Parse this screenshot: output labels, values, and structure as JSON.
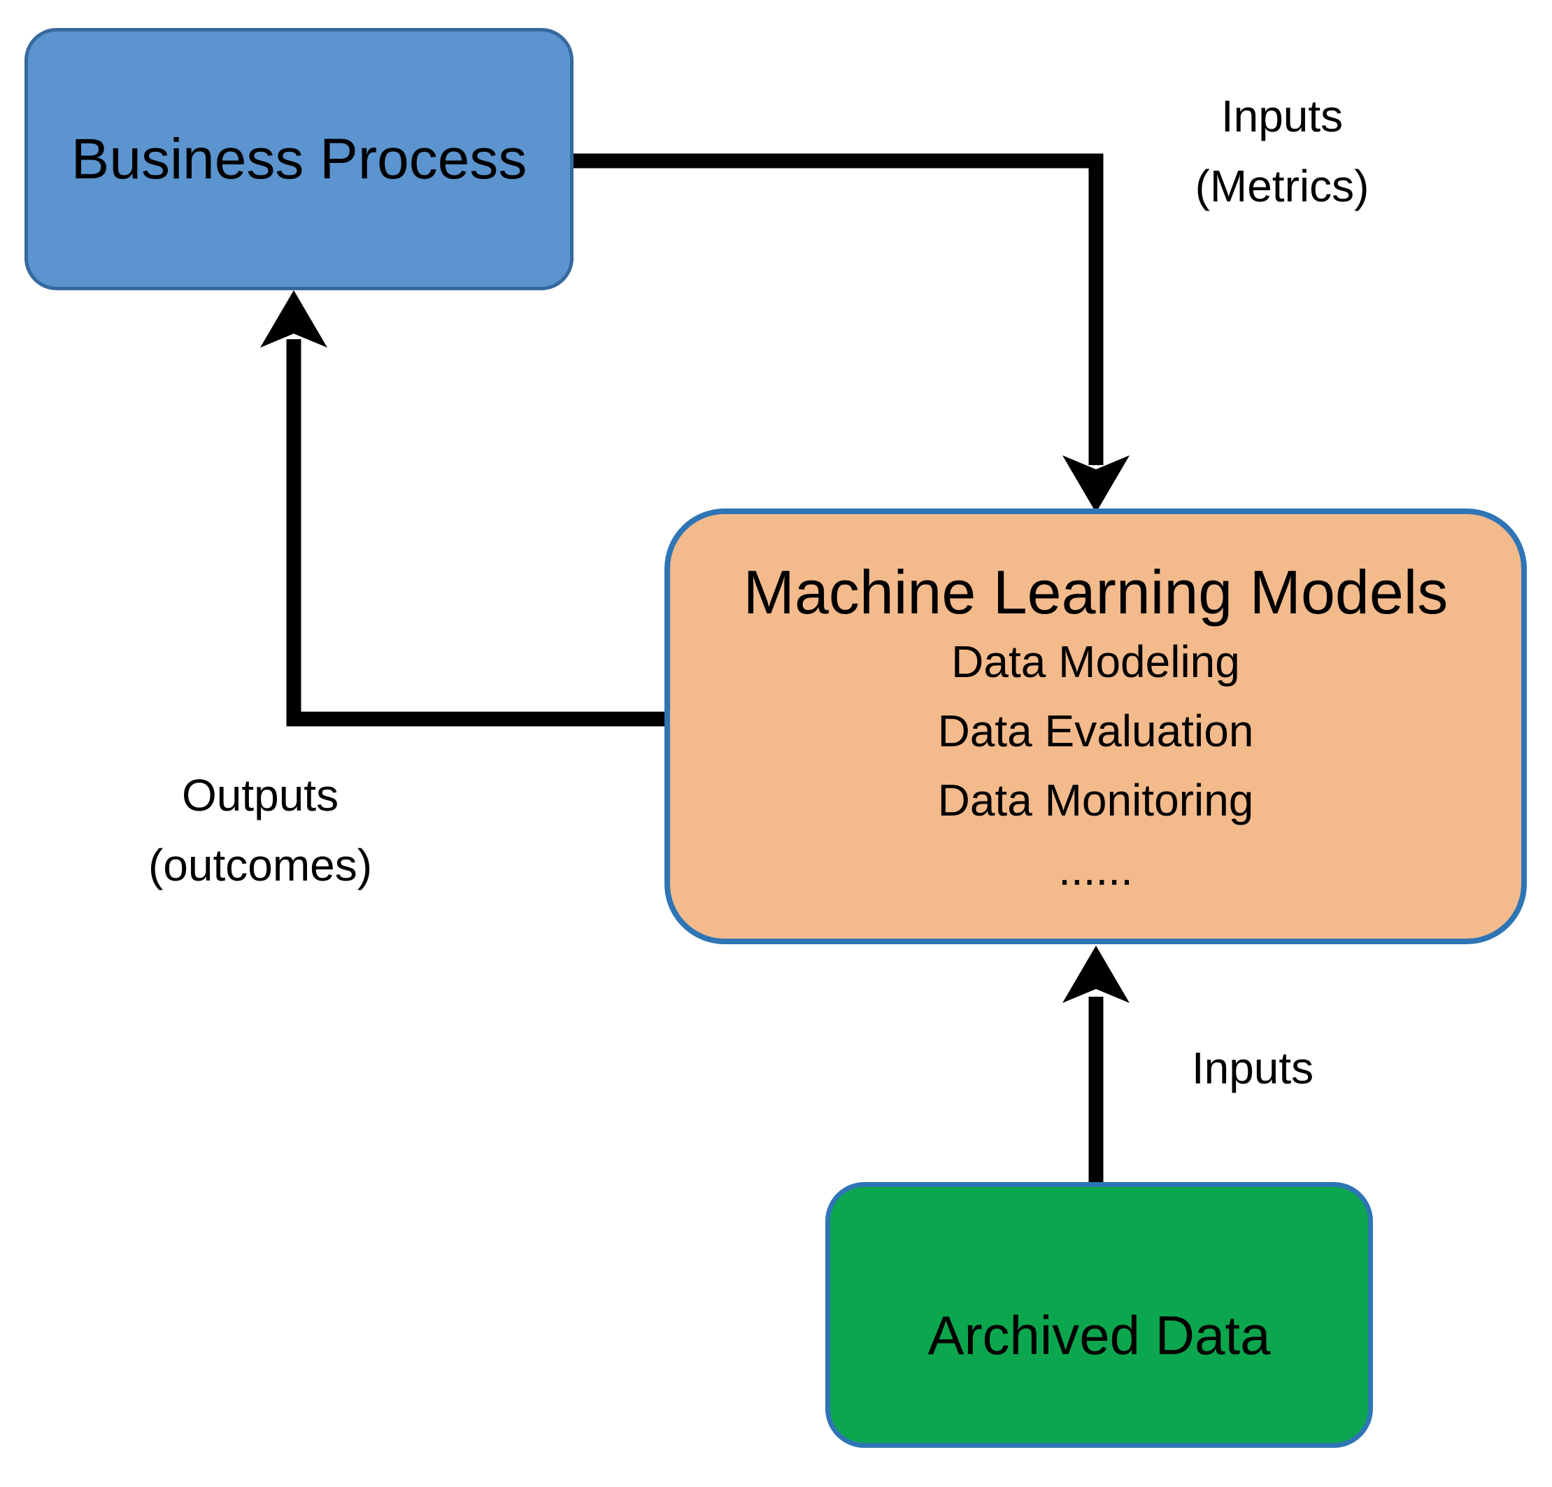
{
  "diagram": {
    "background": "#FFFFFF",
    "arrow_color": "#000000",
    "boxes": {
      "business_process": {
        "label": "Business Process",
        "fill": "#5B94CF",
        "border": "#36699E",
        "text_color": "#000000"
      },
      "ml_models": {
        "title": "Machine Learning Models",
        "items": [
          "Data Modeling",
          "Data Evaluation",
          "Data Monitoring",
          "......"
        ],
        "fill": "#F3BA8C",
        "border": "#2E75B6",
        "text_color": "#000000"
      },
      "archived_data": {
        "label": "Archived Data",
        "fill": "#0CA64E",
        "border": "#2E75B6",
        "text_color": "#000000"
      }
    },
    "edge_labels": {
      "business_to_ml": {
        "line1": "Inputs",
        "line2": "(Metrics)"
      },
      "ml_to_business": {
        "line1": "Outputs",
        "line2": "(outcomes)"
      },
      "archived_to_ml": {
        "line1": "Inputs"
      }
    }
  }
}
